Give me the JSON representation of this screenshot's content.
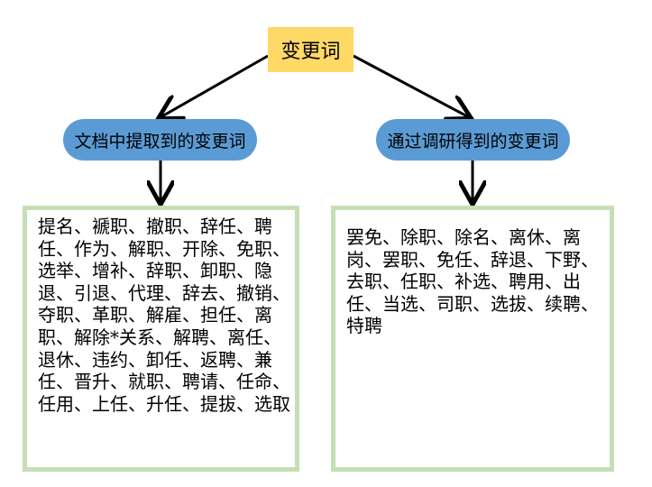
{
  "root": {
    "label": "变更词"
  },
  "branches": [
    {
      "label": "文档中提取到的变更词",
      "terms": "提名、褫职、撤职、辞任、聘任、作为、解职、开除、免职、选举、增补、辞职、卸职、隐退、引退、代理、辞去、撤销、夺职、革职、解雇、担任、离职、解除*关系、解聘、离任、退休、违约、卸任、返聘、兼任、晋升、就职、聘请、任命、任用、上任、升任、提拔、选取"
    },
    {
      "label": "通过调研得到的变更词",
      "terms": "罢免、除职、除名、离休、离岗、罢职、免任、辞退、下野、去职、任职、补选、聘用、出任、当选、司职、选拔、续聘、特聘"
    }
  ],
  "colors": {
    "root_fill": "#ffd966",
    "branch_fill": "#5b9bd5",
    "box_border": "#c5dfb4",
    "arrow": "#000000"
  }
}
